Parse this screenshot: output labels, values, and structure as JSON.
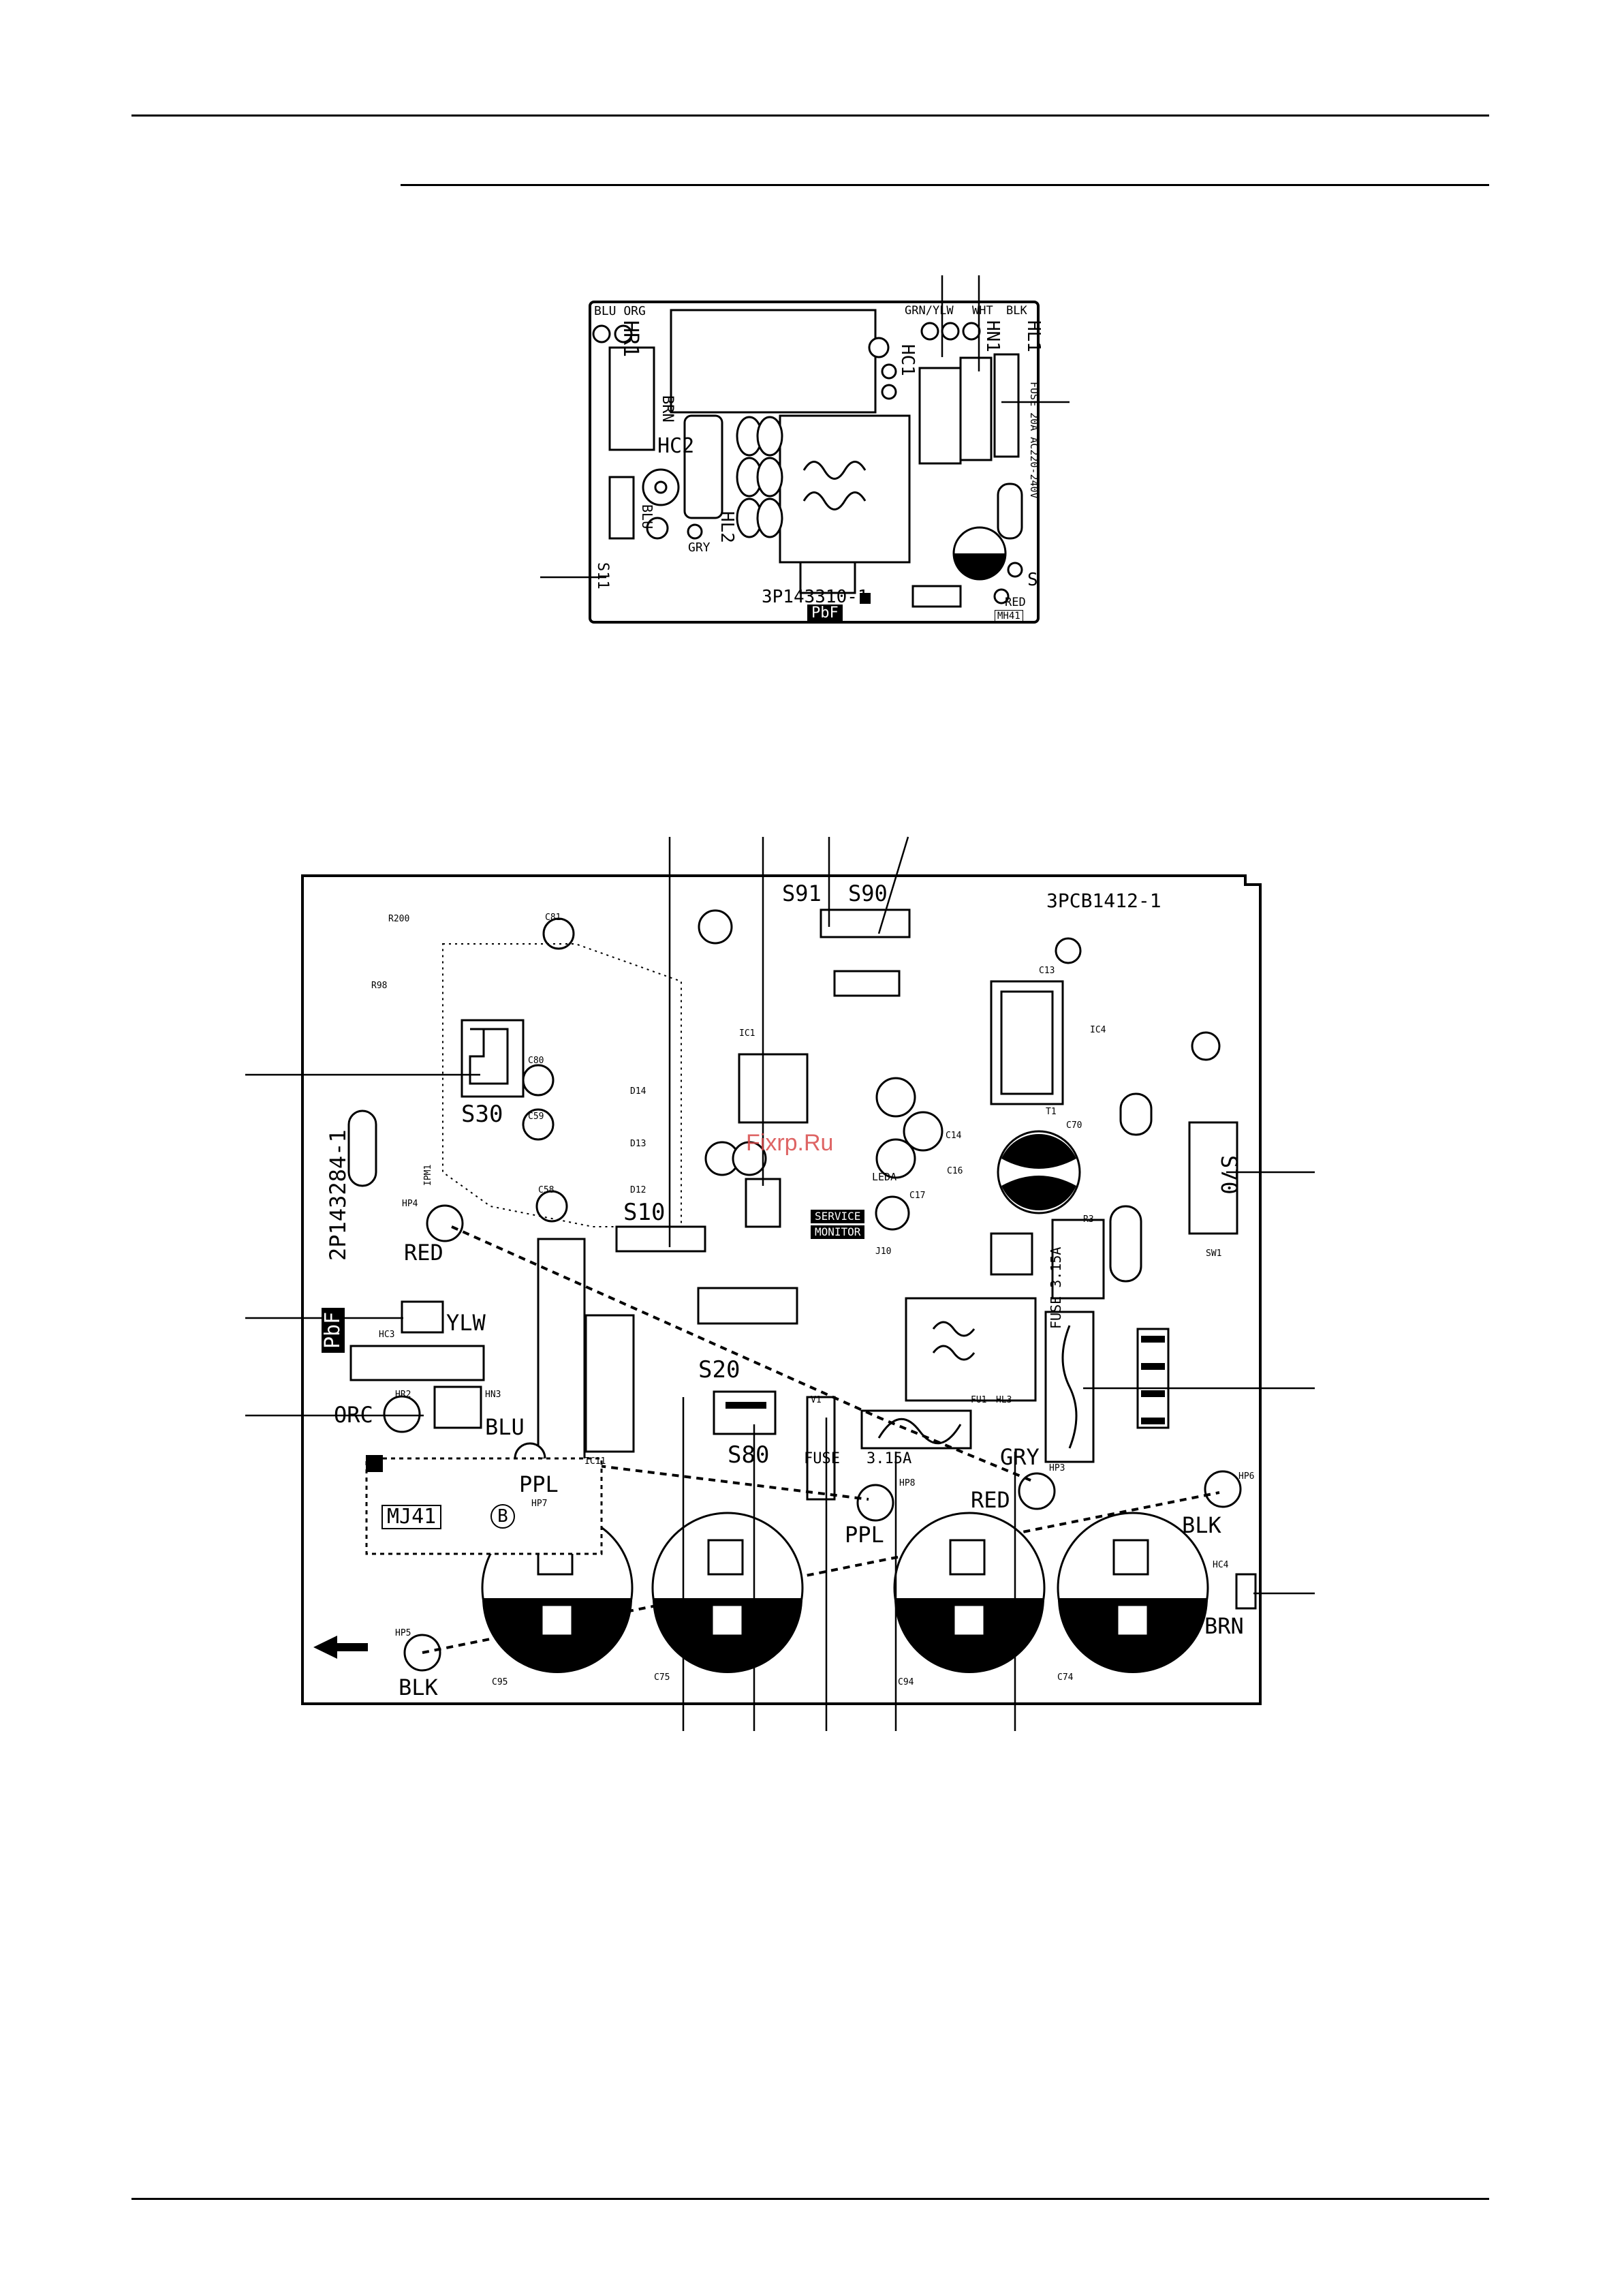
{
  "top_board": {
    "wire_labels": {
      "blu_org": "BLU ORG",
      "grn_ylw": "GRN/YLW",
      "wht": "WHT",
      "blk": "BLK",
      "brn": "BRN",
      "blu": "BLU",
      "gry": "GRY",
      "red": "RED"
    },
    "connectors": {
      "hr1": "HR1",
      "hn1": "HN1",
      "hl1": "HL1",
      "hc1": "HC1",
      "hc2": "HC2",
      "hl2": "HL2",
      "s11": "S11",
      "s": "S"
    },
    "fuse_text": "FUSE 20A AC220-240V",
    "board_id": "3P143310-1",
    "logo": "PbF",
    "mark": "MH41"
  },
  "main_board": {
    "board_id": "3PCB1412-1",
    "side_id": "2P143284-1",
    "logo": "PbF",
    "mark": "MJ41",
    "mark_circle": "B",
    "connectors": {
      "s91": "S91",
      "s90": "S90",
      "s30": "S30",
      "s10": "S10",
      "s20": "S20",
      "s80": "S80",
      "s70": "S70"
    },
    "wire_labels": {
      "red_left": "RED",
      "ylw": "YLW",
      "orc": "ORC",
      "blu": "BLU",
      "ppl_left": "PPL",
      "ppl_mid": "PPL",
      "red_right": "RED",
      "gry": "GRY",
      "blk_right": "BLK",
      "brn": "BRN",
      "blk_bottom": "BLK"
    },
    "fuse_label": "FUSE",
    "fuse_rating": "3.15A",
    "fuse_side": "FUSE 3.15A",
    "service_monitor_1": "SERVICE",
    "service_monitor_2": "MONITOR",
    "led": "LEDA",
    "small_labels": {
      "hc3": "HC3",
      "hr2": "HR2",
      "hn3": "HN3",
      "hp4": "HP4",
      "hp5": "HP5",
      "hp6": "HP6",
      "hp7": "HP7",
      "hp8": "HP8",
      "hp3": "HP3",
      "hc4": "HC4",
      "c95": "C95",
      "c75": "C75",
      "c94": "C94",
      "c74": "C74",
      "c70": "C70",
      "c81": "C81",
      "c80": "C80",
      "c59": "C59",
      "c58": "C58",
      "c17": "C17",
      "c16": "C16",
      "c14": "C14",
      "c13": "C13",
      "t1": "T1",
      "ic1": "IC1",
      "ic4": "IC4",
      "ic11": "IC11",
      "r3": "R3",
      "sw1": "SW1",
      "j10": "J10",
      "v1": "V1",
      "fu1": "FU1",
      "hl3": "HL3",
      "r200": "R200",
      "r98": "R98",
      "ipm1": "IPM1",
      "d14": "D14",
      "d13": "D13",
      "d12": "D12"
    }
  },
  "watermark": "Fixrp.Ru"
}
